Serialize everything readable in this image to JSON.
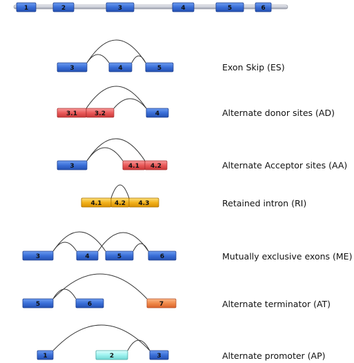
{
  "colors": {
    "blue": "#3a6fd8",
    "red": "#ea5a5a",
    "yellow": "#f2b21c",
    "orange": "#f08a4a",
    "cyan": "#9ef3f0",
    "intron_line": "#c9ccd6"
  },
  "gene": {
    "exons": [
      "1",
      "2",
      "3",
      "4",
      "5",
      "6"
    ]
  },
  "events": [
    {
      "id": "es",
      "label": "Exon Skip (ES)",
      "exons": [
        "3",
        "4",
        "5"
      ]
    },
    {
      "id": "ad",
      "label": "Alternate donor sites (AD)",
      "exons": [
        "3.1",
        "3.2",
        "4"
      ]
    },
    {
      "id": "aa",
      "label": "Alternate Acceptor sites (AA)",
      "exons": [
        "3",
        "4.1",
        "4.2"
      ]
    },
    {
      "id": "ri",
      "label": "Retained intron (RI)",
      "exons": [
        "4.1",
        "4.2",
        "4.3"
      ]
    },
    {
      "id": "me",
      "label": "Mutually exclusive exons (ME)",
      "exons": [
        "3",
        "4",
        "5",
        "6"
      ]
    },
    {
      "id": "at",
      "label": "Alternate terminator (AT)",
      "exons": [
        "5",
        "6",
        "7"
      ]
    },
    {
      "id": "ap",
      "label": "Alternate promoter (AP)",
      "exons": [
        "1",
        "2",
        "3"
      ]
    }
  ]
}
